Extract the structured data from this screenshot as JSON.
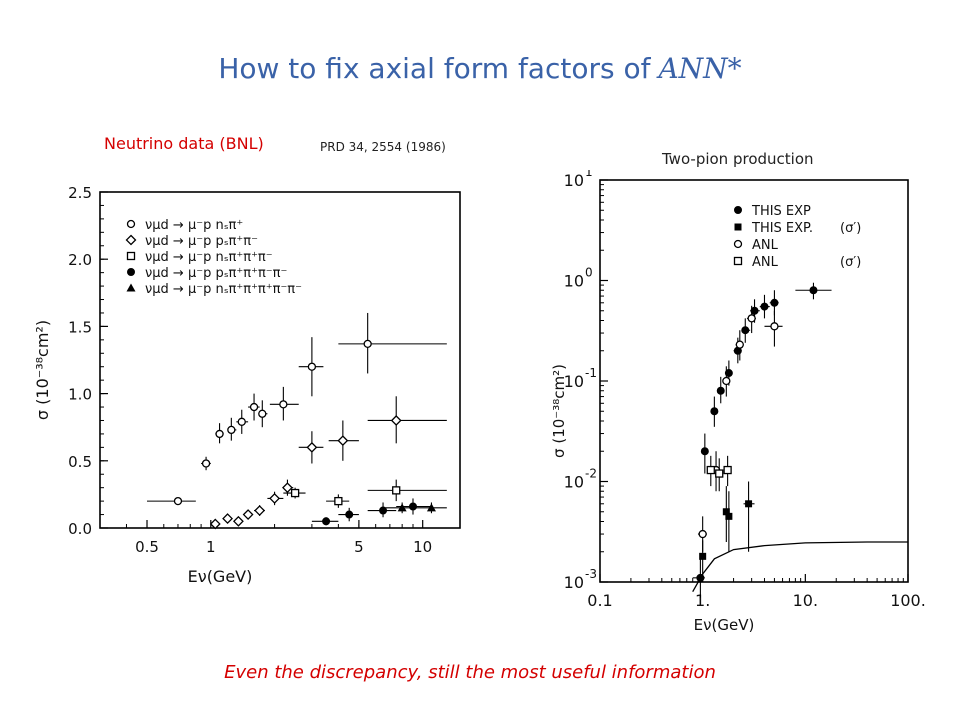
{
  "slide": {
    "title": "How to fix axial form factors of",
    "title_symbol": "ANN*",
    "left_label": "Neutrino data (BNL)",
    "left_ref": "PRD 34, 2554 (1986)",
    "right_label": "Two-pion production",
    "footnote": "Even the discrepancy, still the most useful information",
    "colors": {
      "title": "#3a62a8",
      "accent_red": "#d40000"
    }
  },
  "chart_data": [
    {
      "type": "scatter",
      "xscale": "log",
      "xlim": [
        0.3,
        15
      ],
      "ylim": [
        0,
        2.5
      ],
      "xticks": [
        {
          "v": 0.5,
          "label": "0.5"
        },
        {
          "v": 1,
          "label": "1"
        },
        {
          "v": 5,
          "label": "5"
        },
        {
          "v": 10,
          "label": "10"
        }
      ],
      "yticks": [
        {
          "v": 0,
          "label": "0.0"
        },
        {
          "v": 0.5,
          "label": "0.5"
        },
        {
          "v": 1.0,
          "label": "1.0"
        },
        {
          "v": 1.5,
          "label": "1.5"
        },
        {
          "v": 2.0,
          "label": "2.0"
        },
        {
          "v": 2.5,
          "label": "2.5"
        }
      ],
      "xlabel": "Eν(GeV)",
      "ylabel": "σ (10⁻³⁸cm²)",
      "legend": [
        {
          "marker": "open-circle",
          "label": "νμd → μ⁻p nₛπ⁺"
        },
        {
          "marker": "open-diamond",
          "label": "νμd → μ⁻p pₛπ⁺π⁻"
        },
        {
          "marker": "open-square",
          "label": "νμd → μ⁻p nₛπ⁺π⁺π⁻"
        },
        {
          "marker": "filled-circle",
          "label": "νμd → μ⁻p pₛπ⁺π⁺π⁻π⁻"
        },
        {
          "marker": "filled-triangle",
          "label": "νμd → μ⁻p nₛπ⁺π⁺π⁺π⁻π⁻"
        }
      ],
      "series": [
        {
          "marker": "open-circle",
          "points": [
            {
              "x": 0.7,
              "y": 0.2,
              "xlo": 0.5,
              "xhi": 0.85,
              "ylo": 0.2,
              "yhi": 0.2
            },
            {
              "x": 0.95,
              "y": 0.48,
              "xlo": 0.9,
              "xhi": 1.0,
              "ylo": 0.43,
              "yhi": 0.53
            },
            {
              "x": 1.1,
              "y": 0.7,
              "xlo": 1.05,
              "xhi": 1.15,
              "ylo": 0.63,
              "yhi": 0.78
            },
            {
              "x": 1.25,
              "y": 0.73,
              "xlo": 1.2,
              "xhi": 1.32,
              "ylo": 0.65,
              "yhi": 0.82
            },
            {
              "x": 1.4,
              "y": 0.79,
              "xlo": 1.32,
              "xhi": 1.5,
              "ylo": 0.7,
              "yhi": 0.88
            },
            {
              "x": 1.6,
              "y": 0.9,
              "xlo": 1.5,
              "xhi": 1.7,
              "ylo": 0.8,
              "yhi": 1.0
            },
            {
              "x": 1.75,
              "y": 0.85,
              "xlo": 1.7,
              "xhi": 1.85,
              "ylo": 0.75,
              "yhi": 0.95
            },
            {
              "x": 2.2,
              "y": 0.92,
              "xlo": 1.9,
              "xhi": 2.6,
              "ylo": 0.8,
              "yhi": 1.05
            },
            {
              "x": 3.0,
              "y": 1.2,
              "xlo": 2.6,
              "xhi": 3.4,
              "ylo": 0.98,
              "yhi": 1.42
            },
            {
              "x": 5.5,
              "y": 1.37,
              "xlo": 4.0,
              "xhi": 13.0,
              "ylo": 1.15,
              "yhi": 1.6
            }
          ]
        },
        {
          "marker": "open-diamond",
          "points": [
            {
              "x": 1.05,
              "y": 0.03,
              "xlo": 1.0,
              "xhi": 1.1,
              "ylo": 0.0,
              "yhi": 0.06
            },
            {
              "x": 1.2,
              "y": 0.07,
              "xlo": 1.15,
              "xhi": 1.25,
              "ylo": 0.04,
              "yhi": 0.1
            },
            {
              "x": 1.35,
              "y": 0.05,
              "xlo": 1.3,
              "xhi": 1.4,
              "ylo": 0.03,
              "yhi": 0.07
            },
            {
              "x": 1.5,
              "y": 0.1,
              "xlo": 1.45,
              "xhi": 1.55,
              "ylo": 0.07,
              "yhi": 0.13
            },
            {
              "x": 1.7,
              "y": 0.13,
              "xlo": 1.6,
              "xhi": 1.8,
              "ylo": 0.09,
              "yhi": 0.17
            },
            {
              "x": 2.0,
              "y": 0.22,
              "xlo": 1.85,
              "xhi": 2.2,
              "ylo": 0.17,
              "yhi": 0.27
            },
            {
              "x": 2.3,
              "y": 0.3,
              "xlo": 2.2,
              "xhi": 2.45,
              "ylo": 0.24,
              "yhi": 0.36
            },
            {
              "x": 3.0,
              "y": 0.6,
              "xlo": 2.6,
              "xhi": 3.4,
              "ylo": 0.48,
              "yhi": 0.72
            },
            {
              "x": 4.2,
              "y": 0.65,
              "xlo": 3.6,
              "xhi": 5.0,
              "ylo": 0.5,
              "yhi": 0.8
            },
            {
              "x": 7.5,
              "y": 0.8,
              "xlo": 5.5,
              "xhi": 13.0,
              "ylo": 0.63,
              "yhi": 0.98
            }
          ]
        },
        {
          "marker": "open-square",
          "points": [
            {
              "x": 2.5,
              "y": 0.26,
              "xlo": 2.2,
              "xhi": 2.8,
              "ylo": 0.22,
              "yhi": 0.3
            },
            {
              "x": 4.0,
              "y": 0.2,
              "xlo": 3.5,
              "xhi": 4.5,
              "ylo": 0.15,
              "yhi": 0.25
            },
            {
              "x": 7.5,
              "y": 0.28,
              "xlo": 5.5,
              "xhi": 13.0,
              "ylo": 0.2,
              "yhi": 0.36
            }
          ]
        },
        {
          "marker": "filled-circle",
          "points": [
            {
              "x": 3.5,
              "y": 0.05,
              "xlo": 3.0,
              "xhi": 4.0,
              "ylo": 0.02,
              "yhi": 0.08
            },
            {
              "x": 4.5,
              "y": 0.1,
              "xlo": 4.0,
              "xhi": 5.0,
              "ylo": 0.05,
              "yhi": 0.15
            },
            {
              "x": 6.5,
              "y": 0.13,
              "xlo": 5.5,
              "xhi": 7.5,
              "ylo": 0.08,
              "yhi": 0.19
            },
            {
              "x": 9.0,
              "y": 0.16,
              "xlo": 7.5,
              "xhi": 11.0,
              "ylo": 0.1,
              "yhi": 0.22
            }
          ]
        },
        {
          "marker": "filled-triangle",
          "points": [
            {
              "x": 8.0,
              "y": 0.15,
              "xlo": 6.5,
              "xhi": 9.5,
              "ylo": 0.11,
              "yhi": 0.19
            },
            {
              "x": 11.0,
              "y": 0.15,
              "xlo": 9.5,
              "xhi": 13.0,
              "ylo": 0.11,
              "yhi": 0.19
            }
          ]
        }
      ]
    },
    {
      "type": "scatter",
      "xscale": "log",
      "yscale": "log",
      "xlim": [
        0.1,
        100
      ],
      "ylim": [
        0.001,
        10
      ],
      "xticks": [
        {
          "v": 0.1,
          "label": "0.1"
        },
        {
          "v": 1,
          "label": "1."
        },
        {
          "v": 10,
          "label": "10."
        },
        {
          "v": 100,
          "label": "100."
        }
      ],
      "yticks": [
        {
          "v": 0.001,
          "label": "-3"
        },
        {
          "v": 0.01,
          "label": "-2"
        },
        {
          "v": 0.1,
          "label": "-1"
        },
        {
          "v": 1,
          "label": "0"
        },
        {
          "v": 10,
          "label": "1"
        }
      ],
      "ytick_base": "10",
      "xlabel": "Eν(GeV)",
      "ylabel": "σ (10⁻³⁸cm²)",
      "legend": [
        {
          "marker": "filled-circle",
          "label": "THIS EXP",
          "note": ""
        },
        {
          "marker": "filled-square",
          "label": "THIS EXP.",
          "note": "(σ′)"
        },
        {
          "marker": "open-circle",
          "label": "ANL",
          "note": ""
        },
        {
          "marker": "open-square",
          "label": "ANL",
          "note": "(σ′)"
        }
      ],
      "series": [
        {
          "marker": "filled-circle",
          "points": [
            {
              "x": 0.95,
              "y": 0.0011,
              "xlo": 0.8,
              "xhi": 1.05,
              "ylo": 0.0007,
              "yhi": 0.0017
            },
            {
              "x": 1.05,
              "y": 0.02,
              "xlo": 1.0,
              "xhi": 1.1,
              "ylo": 0.012,
              "yhi": 0.03
            },
            {
              "x": 1.3,
              "y": 0.05,
              "xlo": 1.2,
              "xhi": 1.4,
              "ylo": 0.035,
              "yhi": 0.07
            },
            {
              "x": 1.5,
              "y": 0.08,
              "xlo": 1.4,
              "xhi": 1.6,
              "ylo": 0.06,
              "yhi": 0.11
            },
            {
              "x": 1.8,
              "y": 0.12,
              "xlo": 1.7,
              "xhi": 1.9,
              "ylo": 0.09,
              "yhi": 0.16
            },
            {
              "x": 2.2,
              "y": 0.2,
              "xlo": 2.0,
              "xhi": 2.4,
              "ylo": 0.15,
              "yhi": 0.27
            },
            {
              "x": 2.6,
              "y": 0.32,
              "xlo": 2.4,
              "xhi": 2.9,
              "ylo": 0.24,
              "yhi": 0.42
            },
            {
              "x": 3.2,
              "y": 0.5,
              "xlo": 2.9,
              "xhi": 3.6,
              "ylo": 0.38,
              "yhi": 0.65
            },
            {
              "x": 4.0,
              "y": 0.55,
              "xlo": 3.6,
              "xhi": 4.5,
              "ylo": 0.42,
              "yhi": 0.72
            },
            {
              "x": 5.0,
              "y": 0.6,
              "xlo": 4.5,
              "xhi": 5.5,
              "ylo": 0.45,
              "yhi": 0.8
            },
            {
              "x": 12.0,
              "y": 0.8,
              "xlo": 8.0,
              "xhi": 18.0,
              "ylo": 0.65,
              "yhi": 0.95
            }
          ]
        },
        {
          "marker": "filled-square",
          "points": [
            {
              "x": 1.0,
              "y": 0.0018,
              "xlo": 0.95,
              "xhi": 1.05,
              "ylo": 0.0012,
              "yhi": 0.0026
            },
            {
              "x": 1.7,
              "y": 0.005,
              "xlo": 1.6,
              "xhi": 1.8,
              "ylo": 0.0025,
              "yhi": 0.009
            },
            {
              "x": 1.8,
              "y": 0.0045,
              "xlo": 1.7,
              "xhi": 1.9,
              "ylo": 0.002,
              "yhi": 0.008
            },
            {
              "x": 2.8,
              "y": 0.006,
              "xlo": 2.5,
              "xhi": 3.2,
              "ylo": 0.002,
              "yhi": 0.01
            }
          ]
        },
        {
          "marker": "open-circle",
          "points": [
            {
              "x": 1.0,
              "y": 0.003,
              "xlo": 0.9,
              "xhi": 1.1,
              "ylo": 0.002,
              "yhi": 0.0045
            },
            {
              "x": 1.35,
              "y": 0.013,
              "xlo": 1.25,
              "xhi": 1.45,
              "ylo": 0.008,
              "yhi": 0.02
            },
            {
              "x": 1.7,
              "y": 0.1,
              "xlo": 1.6,
              "xhi": 1.8,
              "ylo": 0.07,
              "yhi": 0.14
            },
            {
              "x": 2.3,
              "y": 0.23,
              "xlo": 2.1,
              "xhi": 2.5,
              "ylo": 0.16,
              "yhi": 0.32
            },
            {
              "x": 3.0,
              "y": 0.42,
              "xlo": 2.7,
              "xhi": 3.3,
              "ylo": 0.3,
              "yhi": 0.56
            },
            {
              "x": 5.0,
              "y": 0.35,
              "xlo": 4.0,
              "xhi": 6.0,
              "ylo": 0.22,
              "yhi": 0.5
            }
          ]
        },
        {
          "marker": "open-square",
          "points": [
            {
              "x": 1.2,
              "y": 0.013,
              "xlo": 1.1,
              "xhi": 1.3,
              "ylo": 0.009,
              "yhi": 0.018
            },
            {
              "x": 1.45,
              "y": 0.012,
              "xlo": 1.35,
              "xhi": 1.55,
              "ylo": 0.008,
              "yhi": 0.017
            },
            {
              "x": 1.75,
              "y": 0.013,
              "xlo": 1.65,
              "xhi": 1.85,
              "ylo": 0.009,
              "yhi": 0.018
            }
          ]
        },
        {
          "marker": "line",
          "points": [
            {
              "x": 0.8,
              "y": 0.0008
            },
            {
              "x": 1.0,
              "y": 0.0012
            },
            {
              "x": 1.3,
              "y": 0.0017
            },
            {
              "x": 2.0,
              "y": 0.0021
            },
            {
              "x": 4.0,
              "y": 0.0023
            },
            {
              "x": 10.0,
              "y": 0.00245
            },
            {
              "x": 40.0,
              "y": 0.0025
            },
            {
              "x": 100.0,
              "y": 0.0025
            }
          ]
        }
      ]
    }
  ]
}
